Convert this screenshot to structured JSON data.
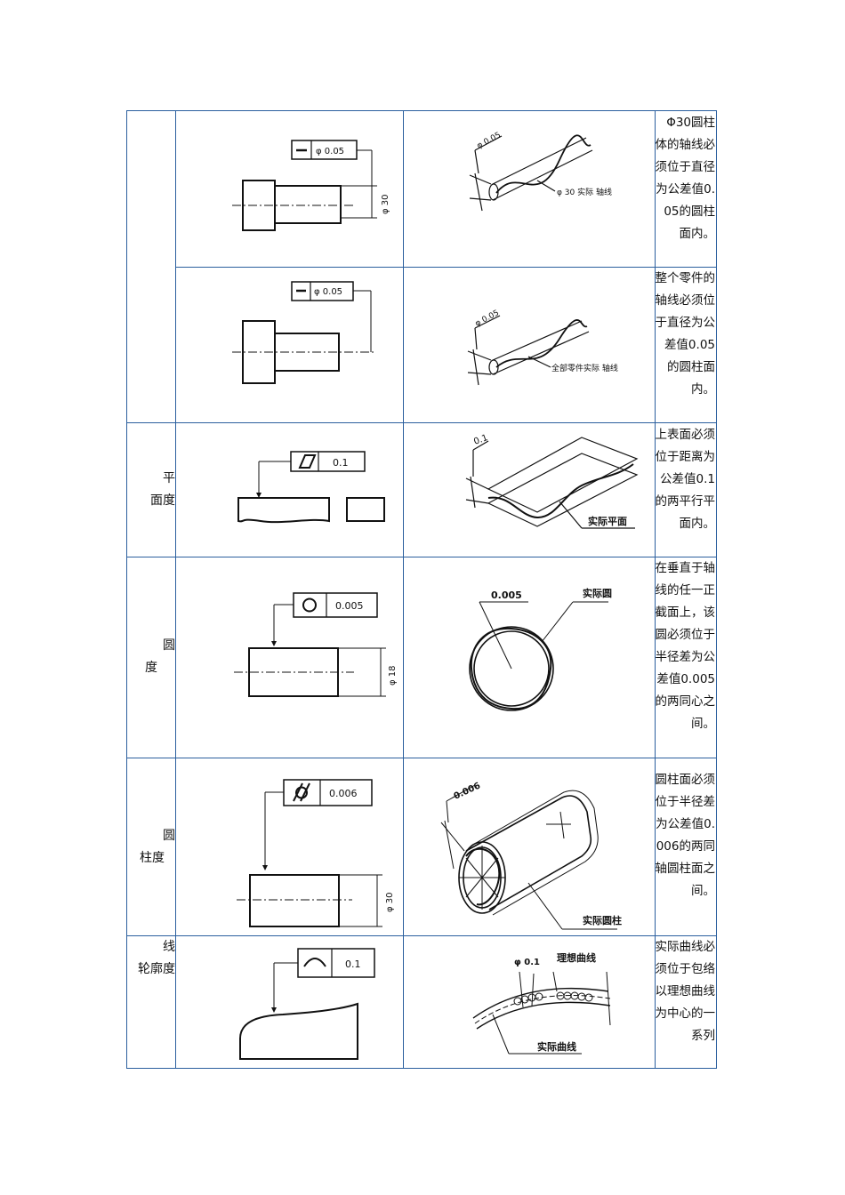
{
  "rows": [
    {
      "name": "",
      "drawing": {
        "symbol": "straightness-icon",
        "tolerance": "φ 0.05",
        "dimension": "φ 30"
      },
      "zone": {
        "tolerance": "φ 0.05",
        "label": "φ 30 实际 轴线"
      },
      "description": "Φ30圆柱体的轴线必须位于直径为公差值0.05的圆柱面内。"
    },
    {
      "name": "",
      "drawing": {
        "symbol": "straightness-icon",
        "tolerance": "φ 0.05"
      },
      "zone": {
        "tolerance": "φ 0.05",
        "label": "全部零件实际 轴线"
      },
      "description": "整个零件的轴线必须位于直径为公差值0.05的圆柱面内。"
    },
    {
      "name_lines": [
        "平",
        "面度"
      ],
      "drawing": {
        "symbol": "flatness-icon",
        "tolerance": "0.1"
      },
      "zone": {
        "tolerance": "0.1",
        "label": "实际平面"
      },
      "description": "上表面必须位于距离为公差值0.1的两平行平面内。"
    },
    {
      "name_lines": [
        "圆",
        "度"
      ],
      "drawing": {
        "symbol": "roundness-icon",
        "tolerance": "0.005",
        "dimension": "φ 18"
      },
      "zone": {
        "tolerance": "0.005",
        "label": "实际圆"
      },
      "description": "在垂直于轴线的任一正截面上，该圆必须位于半径差为公差值0.005的两同心之间。"
    },
    {
      "name_lines": [
        "圆",
        "柱度"
      ],
      "drawing": {
        "symbol": "cylindricity-icon",
        "tolerance": "0.006",
        "dimension": "φ 30"
      },
      "zone": {
        "tolerance": "0.006",
        "label": "实际圆柱"
      },
      "description": "圆柱面必须位于半径差为公差值0.006的两同轴圆柱面之间。"
    },
    {
      "name_lines": [
        "线",
        "轮廓度"
      ],
      "drawing": {
        "symbol": "line-profile-icon",
        "tolerance": "0.1"
      },
      "zone": {
        "tolerance": "φ 0.1",
        "label_ideal": "理想曲线",
        "label_actual": "实际曲线"
      },
      "description": "实际曲线必须位于包络以理想曲线为中心的一系列"
    }
  ]
}
